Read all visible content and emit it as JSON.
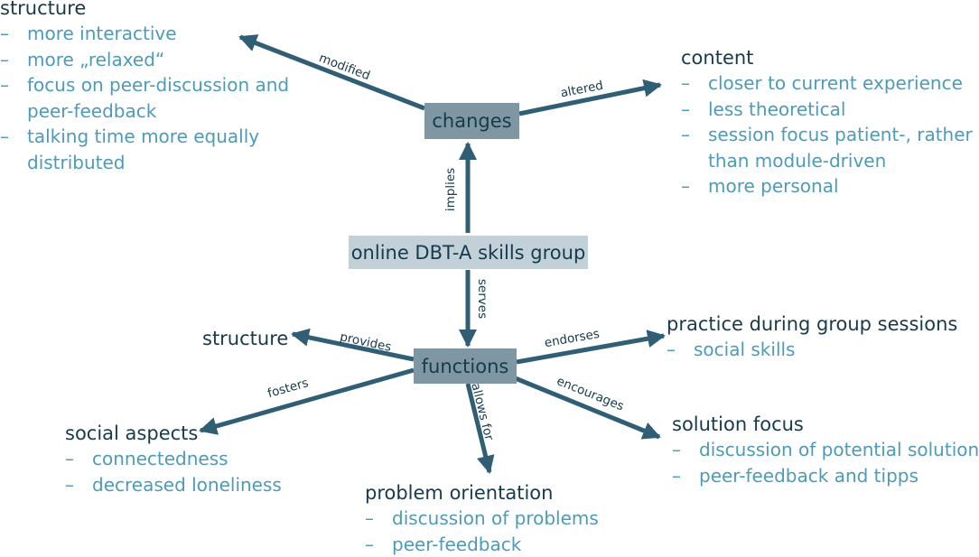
{
  "colors": {
    "arrow": "#2f5e75",
    "heading": "#173a4d",
    "bullet_text": "#4d9bb8",
    "box_dark": "#7f97a3",
    "box_light": "#c2d0d7"
  },
  "nodes": {
    "center": "online DBT-A skills group",
    "changes": "changes",
    "functions": "functions"
  },
  "edges": {
    "implies": "implies",
    "serves": "serves",
    "modified": "modified",
    "altered": "altered",
    "provides": "provides",
    "endorses": "endorses",
    "fosters": "fosters",
    "allows_for": "allows for",
    "encourages": "encourages"
  },
  "groups": {
    "structure_changes": {
      "title": "structure",
      "items": [
        "more interactive",
        "more „relaxed“",
        "focus on peer-discussion and",
        "peer-feedback",
        "talking time more equally",
        "distributed"
      ],
      "dashes": [
        true,
        true,
        true,
        false,
        true,
        false
      ]
    },
    "content": {
      "title": "content",
      "items": [
        "closer to current experience",
        "less theoretical",
        "session focus patient-, rather",
        "than module-driven",
        "more personal"
      ],
      "dashes": [
        true,
        true,
        true,
        false,
        true
      ]
    },
    "structure_functions": {
      "title": "structure"
    },
    "practice": {
      "title": "practice during group sessions",
      "items": [
        "social skills"
      ],
      "dashes": [
        true
      ]
    },
    "social": {
      "title": "social aspects",
      "items": [
        "connectedness",
        "decreased loneliness"
      ],
      "dashes": [
        true,
        true
      ]
    },
    "solution": {
      "title": "solution focus",
      "items": [
        "discussion of potential solutions",
        "peer-feedback and tipps"
      ],
      "dashes": [
        true,
        true
      ]
    },
    "problem": {
      "title": "problem orientation",
      "items": [
        "discussion of problems",
        "peer-feedback"
      ],
      "dashes": [
        true,
        true
      ]
    }
  },
  "dash_glyph": "–"
}
